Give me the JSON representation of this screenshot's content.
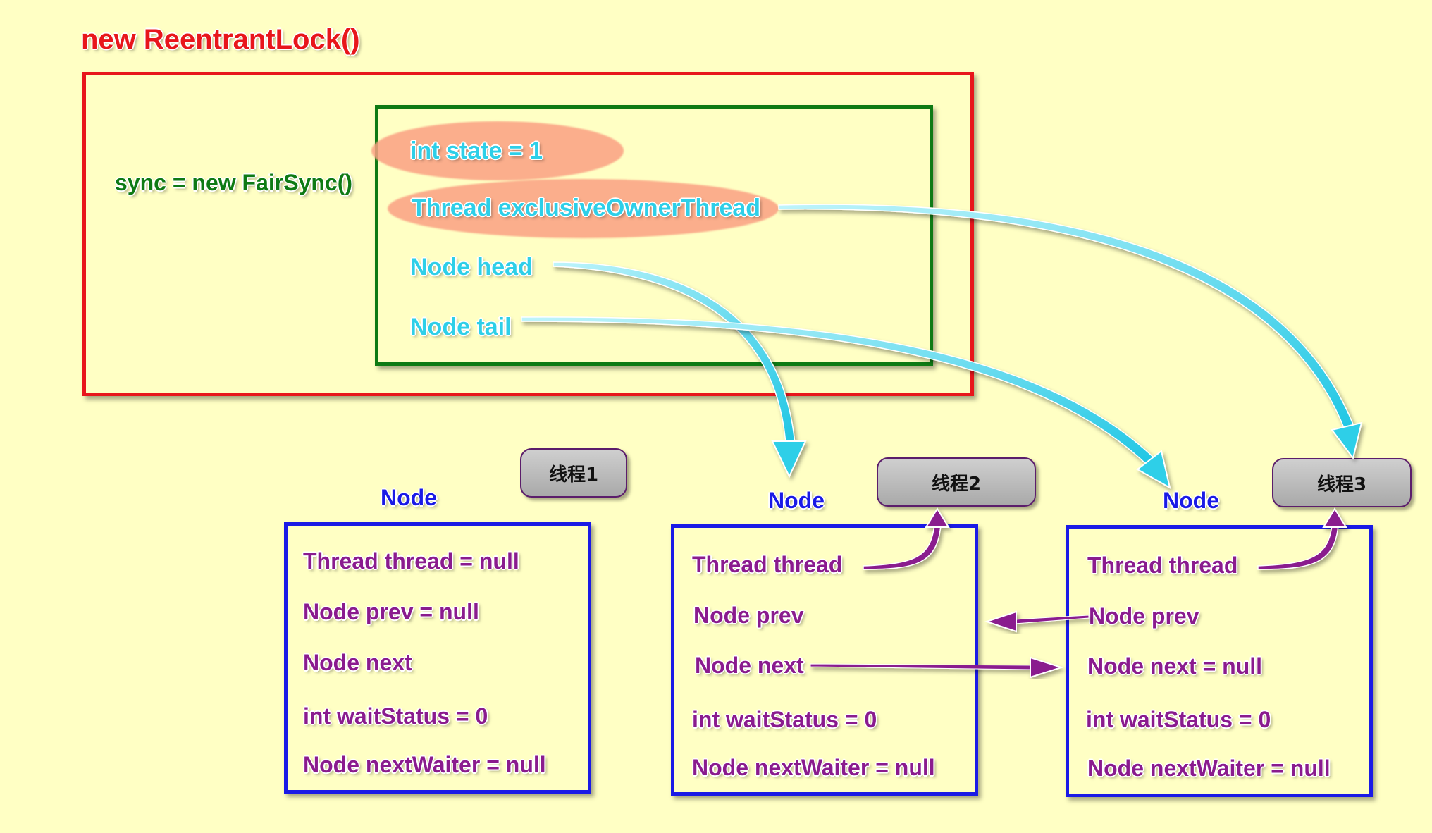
{
  "title": "new ReentrantLock()",
  "sync_label": "sync = new FairSync()",
  "sync_fields": {
    "state": "int state = 1",
    "owner": "Thread exclusiveOwnerThread",
    "head": "Node head",
    "tail": "Node tail"
  },
  "nodes": [
    {
      "label": "Node",
      "thread_badge": "线程1",
      "fields": [
        "Thread thread = null",
        "Node prev = null",
        "Node next",
        "int waitStatus = 0",
        "Node nextWaiter = null"
      ]
    },
    {
      "label": "Node",
      "thread_badge": "线程2",
      "fields": [
        "Thread thread",
        "Node prev",
        "Node next",
        "int waitStatus = 0",
        "Node nextWaiter = null"
      ]
    },
    {
      "label": "Node",
      "thread_badge": "线程3",
      "fields": [
        "Thread thread",
        "Node prev",
        "Node next = null",
        "int waitStatus = 0",
        "Node nextWaiter = null"
      ]
    }
  ],
  "colors": {
    "background": "#ffffc4",
    "reentrant_lock_border": "#e8161b",
    "sync_border": "#0e7a14",
    "node_border": "#1a1ae6",
    "field_cyan": "#2ecfe8",
    "field_purple": "#8a1b8e",
    "highlight": "#f8a083"
  }
}
